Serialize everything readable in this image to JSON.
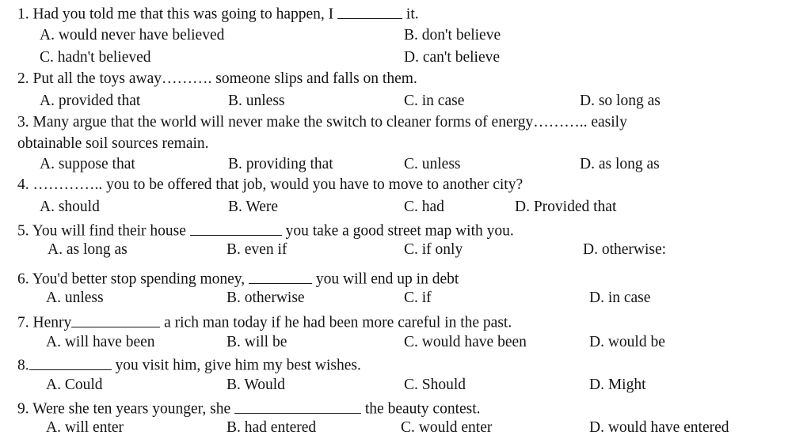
{
  "questions": [
    {
      "stem_before": "1. Had you told me that this was going to happen, I",
      "stem_after": "it.",
      "options": [
        "A. would never have believed",
        "B. don't believe",
        "C. hadn't believed",
        "D. can't believe"
      ]
    },
    {
      "stem": "2. Put all the toys away………. someone slips and falls on them.",
      "options": [
        "A. provided that",
        "B. unless",
        "C. in case",
        "D. so long as"
      ]
    },
    {
      "stem": "3. Many argue that the world will never make the switch to cleaner forms of energy……….. easily",
      "stem_cont": "obtainable soil sources remain.",
      "options": [
        "A. suppose that",
        "B. providing that",
        "C. unless",
        "D. as long as"
      ]
    },
    {
      "stem": "4. ………….. you to be offered that job, would you have to move to another city?",
      "options": [
        "A. should",
        "B.  Were",
        "C. had",
        "D. Provided that"
      ]
    },
    {
      "stem_before": "5. You will find their house",
      "stem_after": "you take a good street map with you.",
      "options": [
        "A. as long as",
        "B. even if",
        "C. if only",
        "D. otherwise:"
      ]
    },
    {
      "stem_before": "6. You'd better stop spending money,",
      "stem_after": "you will end up in debt",
      "options": [
        "A. unless",
        "B. otherwise",
        "C. if",
        "D. in case"
      ]
    },
    {
      "stem_before": "7. Henry",
      "stem_after": "a rich man today if he had been more careful in the past.",
      "options": [
        "A. will have been",
        "B. will be",
        "C. would have been",
        "D. would be"
      ]
    },
    {
      "stem_before": "8.",
      "stem_after": "you visit him, give him my best wishes.",
      "options": [
        "A. Could",
        "B. Would",
        "C. Should",
        "D. Might"
      ]
    },
    {
      "stem_before": "9. Were she ten years younger, she",
      "stem_after": "the beauty contest.",
      "options": [
        "A. will enter",
        "B. had entered",
        "C. would enter",
        "D. would have entered"
      ]
    }
  ]
}
